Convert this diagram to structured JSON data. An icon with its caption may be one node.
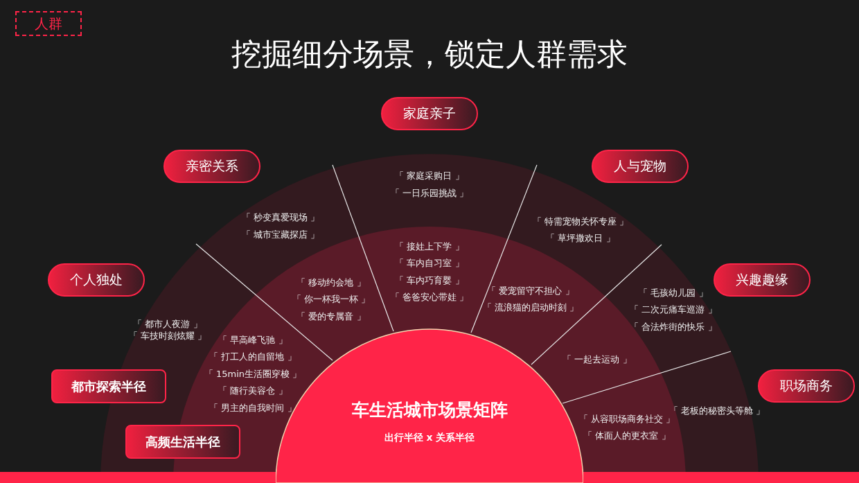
{
  "diagram": {
    "title": "挖掘细分场景，锁定人群需求",
    "nodes": [
      {
        "text": [
          "人群"
        ]
      },
      {
        "text": [
          "家庭亲子"
        ]
      },
      {
        "text": [
          "亲密关系"
        ]
      },
      {
        "text": [
          "人与宠物"
        ]
      },
      {
        "text": [
          "个人独处"
        ]
      },
      {
        "text": [
          "兴趣趣缘"
        ]
      },
      {
        "text": [
          "职场商务"
        ]
      },
      {
        "text": [
          "都市探索半径"
        ]
      },
      {
        "text": [
          "高频生活半径"
        ]
      },
      {
        "text": [
          "车生活城市场景矩阵",
          "出行半径 x 关系半径"
        ]
      }
    ],
    "labels": [
      "「 家庭采购日 」",
      "「 一日乐园挑战 」",
      "「 秒变真爱现场 」",
      "「 特需宠物关怀专座 」",
      "「 城市宝藏探店 」",
      "「 草坪撒欢日 」",
      "「 接娃上下学 」",
      "「 车内自习室 」",
      "「 车内巧育婴 」",
      "「 移动约会地 」",
      "「 爱宠留守不担心 」",
      "「 毛孩幼儿园 」",
      "「 爸爸安心带娃 」",
      "「 你一杯我一杯 」",
      "「 流浪猫的启动时刻 」",
      "「 二次元痛车巡游 」",
      "「 爱的专属音 」",
      "「 都市人夜游 」",
      "「 合法炸街的快乐 」",
      "「 车技时刻炫耀 」",
      "「 早高峰飞驰 」",
      "「 打工人的自留地 」",
      "「 一起去运动 」",
      "「 15min生活圈穿梭 」",
      "「 随行美容仓 」",
      "「 老板的秘密头等舱 」",
      "「 男主的自我时间 」",
      "「 从容职场商务社交 」",
      "「 体面人的更衣室 」"
    ]
  }
}
